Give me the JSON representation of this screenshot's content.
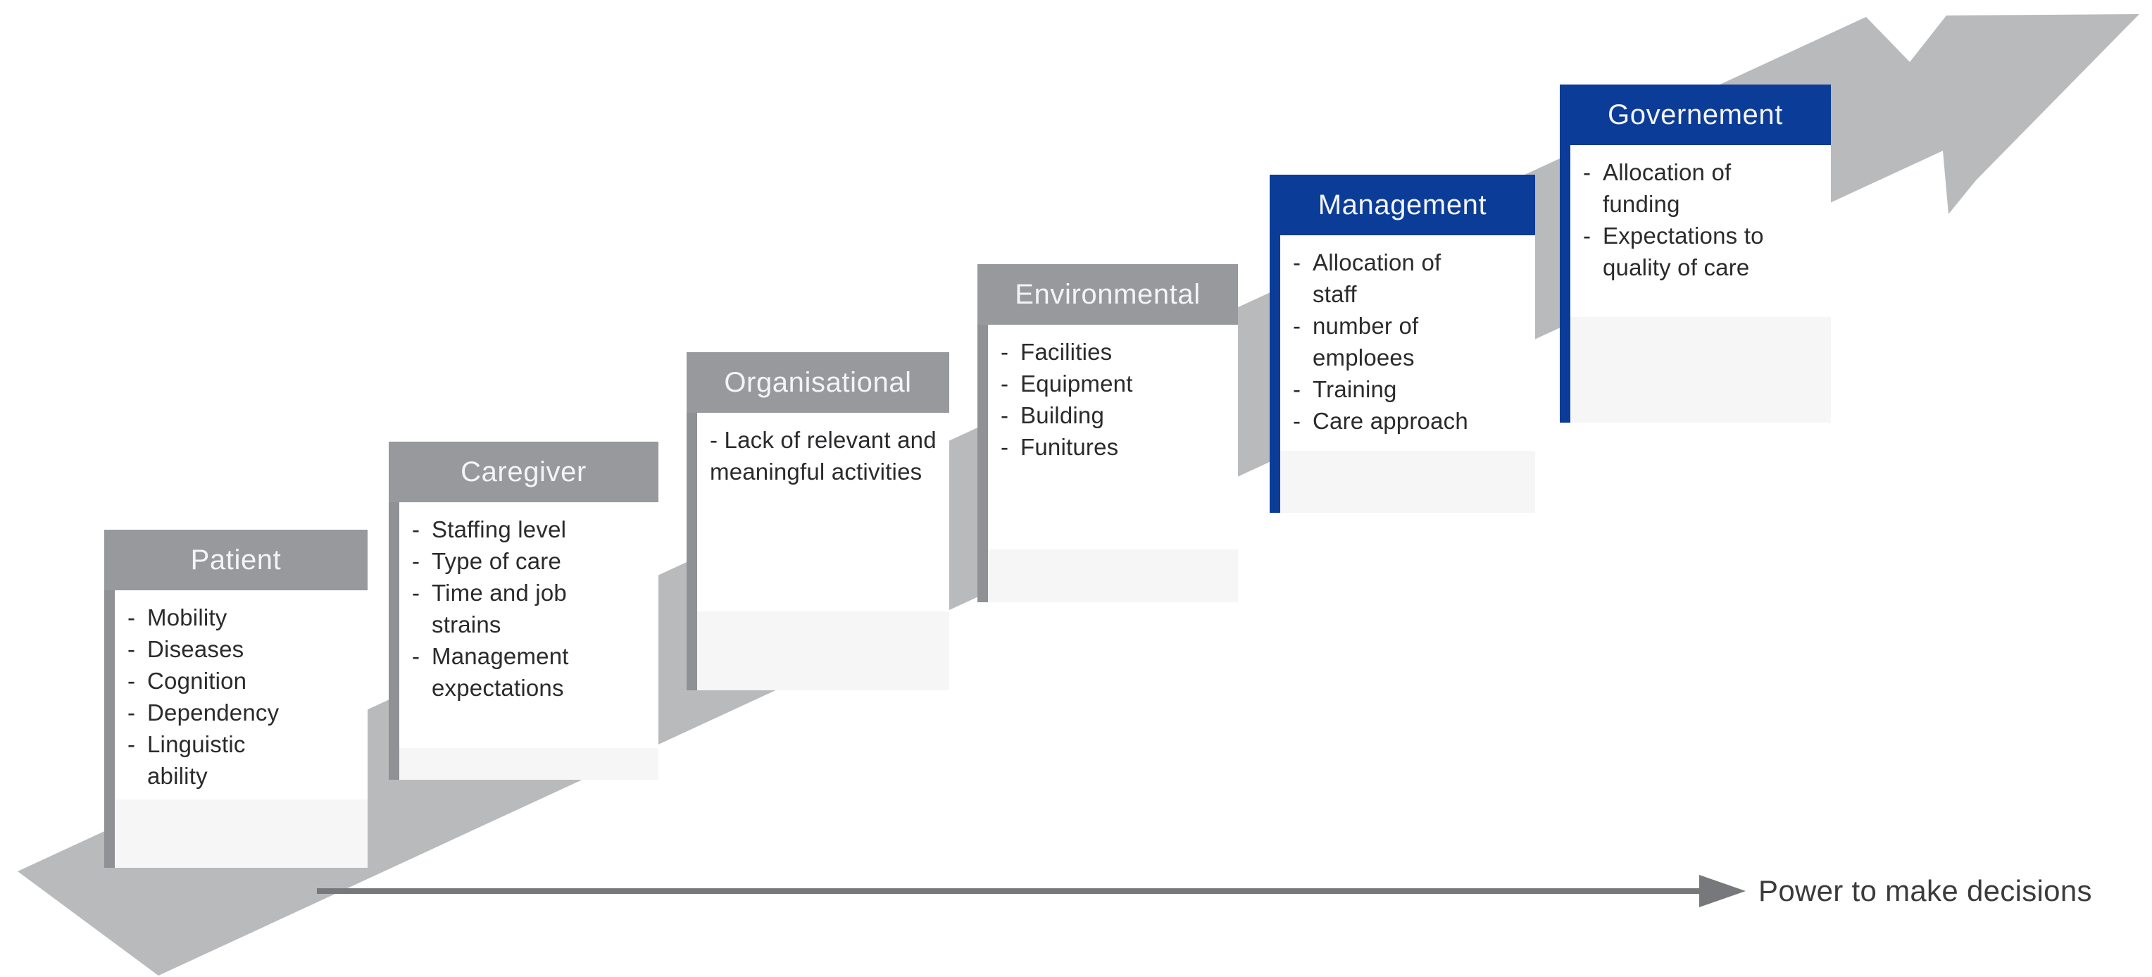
{
  "diagram": {
    "axis": {
      "label": "Power to make decisions"
    },
    "icons": {
      "main_arrow": "ascending-block-arrow",
      "axis_arrow": "right-arrow"
    },
    "colors": {
      "accent_blue": "#0A3C98",
      "header_gray": "#97999C",
      "pole_gray": "#8F9194",
      "arrow_gray": "#B9BABC",
      "arrow_highlight": "#F6F6F7",
      "axis_arrow": "#77787B",
      "item_text": "#2B2A2C",
      "axis_text": "#3B3B3D",
      "header_text": "#F3F4F5"
    },
    "boxes": [
      {
        "id": "patient",
        "label": "Patient",
        "theme": "gray",
        "items": [
          "Mobility",
          "Diseases",
          "Cognition",
          "Dependency",
          "Linguistic\nability"
        ]
      },
      {
        "id": "caregiver",
        "label": "Caregiver",
        "theme": "gray",
        "items": [
          "Staffing level",
          "Type of care",
          "Time and job\nstrains",
          "Management\nexpectations"
        ]
      },
      {
        "id": "organisational",
        "label": "Organisational",
        "theme": "gray",
        "items": [
          "Lack of relevant and\nmeaningful activities"
        ]
      },
      {
        "id": "environmental",
        "label": "Environmental",
        "theme": "gray",
        "items": [
          "Facilities",
          "Equipment",
          "Building",
          "Funitures"
        ]
      },
      {
        "id": "management",
        "label": "Management",
        "theme": "blue",
        "items": [
          "Allocation of\nstaff",
          "number of\nemploees",
          "Training",
          "Care approach"
        ]
      },
      {
        "id": "governement",
        "label": "Governement",
        "theme": "blue",
        "items": [
          "Allocation of\nfunding",
          "Expectations to\nquality of care"
        ]
      }
    ]
  }
}
